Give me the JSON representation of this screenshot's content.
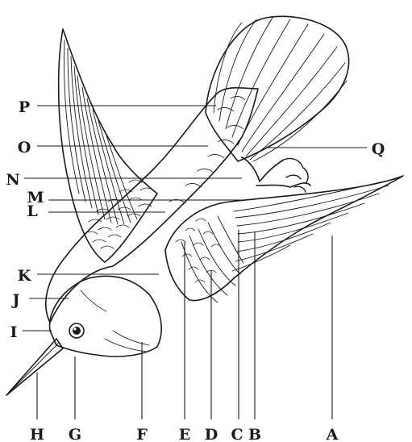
{
  "figure": {
    "subject": "bird",
    "labels": {
      "A": "A",
      "B": "B",
      "C": "C",
      "D": "D",
      "E": "E",
      "F": "F",
      "G": "G",
      "H": "H",
      "I": "I",
      "J": "J",
      "K": "K",
      "L": "L",
      "M": "M",
      "N": "N",
      "O": "O",
      "P": "P",
      "Q": "Q"
    }
  },
  "colors": {
    "ink": "#1a1a1a",
    "paper": "#ffffff"
  }
}
